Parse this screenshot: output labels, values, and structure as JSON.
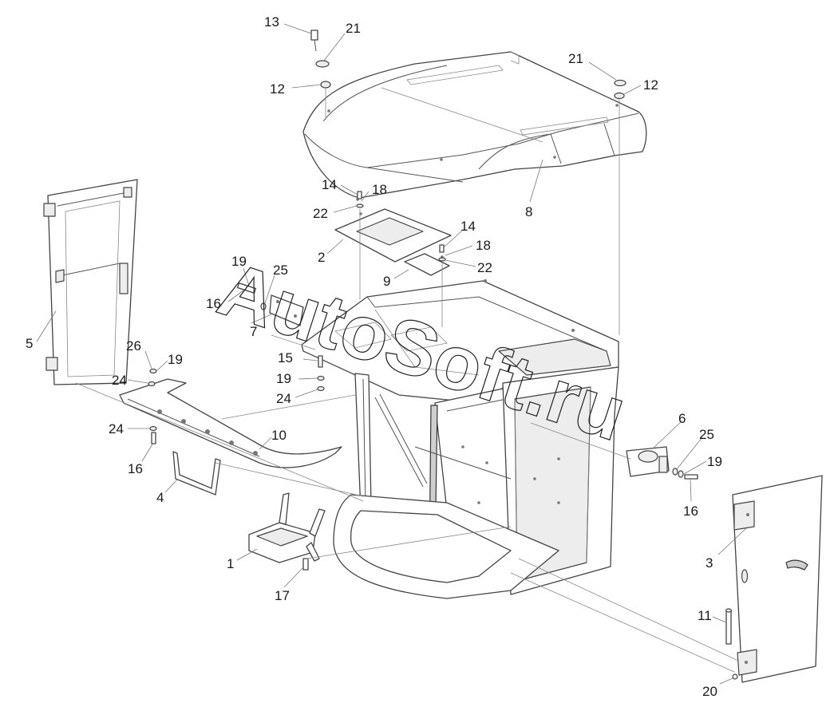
{
  "watermark": "AutoSoft.ru",
  "callouts": [
    {
      "id": "c13a",
      "label": "13"
    },
    {
      "id": "c21a",
      "label": "21"
    },
    {
      "id": "c12a",
      "label": "12"
    },
    {
      "id": "c21b",
      "label": "21"
    },
    {
      "id": "c12b",
      "label": "12"
    },
    {
      "id": "c14a",
      "label": "14"
    },
    {
      "id": "c18a",
      "label": "18"
    },
    {
      "id": "c22a",
      "label": "22"
    },
    {
      "id": "c8",
      "label": "8"
    },
    {
      "id": "c14b",
      "label": "14"
    },
    {
      "id": "c2",
      "label": "2"
    },
    {
      "id": "c18b",
      "label": "18"
    },
    {
      "id": "c22b",
      "label": "22"
    },
    {
      "id": "c9",
      "label": "9"
    },
    {
      "id": "c19a",
      "label": "19"
    },
    {
      "id": "c25a",
      "label": "25"
    },
    {
      "id": "c16a",
      "label": "16"
    },
    {
      "id": "c7",
      "label": "7"
    },
    {
      "id": "c5",
      "label": "5"
    },
    {
      "id": "c26",
      "label": "26"
    },
    {
      "id": "c19b",
      "label": "19"
    },
    {
      "id": "c15",
      "label": "15"
    },
    {
      "id": "c19c",
      "label": "19"
    },
    {
      "id": "c24a",
      "label": "24"
    },
    {
      "id": "c24b",
      "label": "24"
    },
    {
      "id": "c10",
      "label": "10"
    },
    {
      "id": "c24c",
      "label": "24"
    },
    {
      "id": "c16b",
      "label": "16"
    },
    {
      "id": "c4",
      "label": "4"
    },
    {
      "id": "c6",
      "label": "6"
    },
    {
      "id": "c25b",
      "label": "25"
    },
    {
      "id": "c19d",
      "label": "19"
    },
    {
      "id": "c16c",
      "label": "16"
    },
    {
      "id": "c1",
      "label": "1"
    },
    {
      "id": "c17",
      "label": "17"
    },
    {
      "id": "c3",
      "label": "3"
    },
    {
      "id": "c11",
      "label": "11"
    },
    {
      "id": "c20",
      "label": "20"
    }
  ]
}
